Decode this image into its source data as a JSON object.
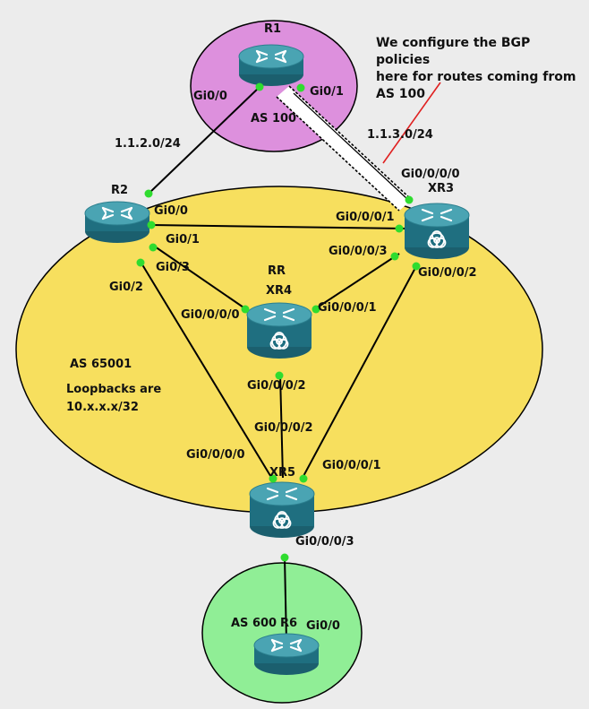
{
  "note": {
    "line1": "We configure the BGP policies",
    "line2": "here for routes coming from",
    "line3": "AS 100"
  },
  "areas": {
    "as100": "AS 100",
    "as65001": "AS 65001",
    "loopbacks_line1": "Loopbacks are",
    "loopbacks_line2": "10.x.x.x/32",
    "as600": "AS 600"
  },
  "routers": {
    "r1": "R1",
    "r2": "R2",
    "xr3": "XR3",
    "rr": "RR",
    "xr4": "XR4",
    "xr5": "XR5",
    "r6": "R6"
  },
  "subnets": {
    "r1_r2": "1.1.2.0/24",
    "r1_xr3": "1.1.3.0/24"
  },
  "interfaces": {
    "r1_gi00": "Gi0/0",
    "r1_gi01": "Gi0/1",
    "r2_gi00": "Gi0/0",
    "r2_gi01": "Gi0/1",
    "r2_gi03": "Gi0/3",
    "r2_gi02": "Gi0/2",
    "xr3_gi0000": "Gi0/0/0/0",
    "xr3_gi0001": "Gi0/0/0/1",
    "xr3_gi0003": "Gi0/0/0/3",
    "xr3_gi0002": "Gi0/0/0/2",
    "xr4_gi0000": "Gi0/0/0/0",
    "xr4_gi0001": "Gi0/0/0/1",
    "xr4_gi0002": "Gi0/0/0/2",
    "xr5_gi0002": "Gi0/0/0/2",
    "xr5_gi0000": "Gi0/0/0/0",
    "xr5_gi0001": "Gi0/0/0/1",
    "xr5_gi0003": "Gi0/0/0/3",
    "r6_gi00": "Gi0/0"
  },
  "colors": {
    "background": "#ececec",
    "as100_fill": "#dd90dd",
    "as65001_fill": "#f7df5e",
    "as600_fill": "#90ee96",
    "router_body": "#1f6f80",
    "router_top": "#4aa4b3",
    "port_dot": "#2fdc2f",
    "annotation_arrow": "#e02020"
  }
}
